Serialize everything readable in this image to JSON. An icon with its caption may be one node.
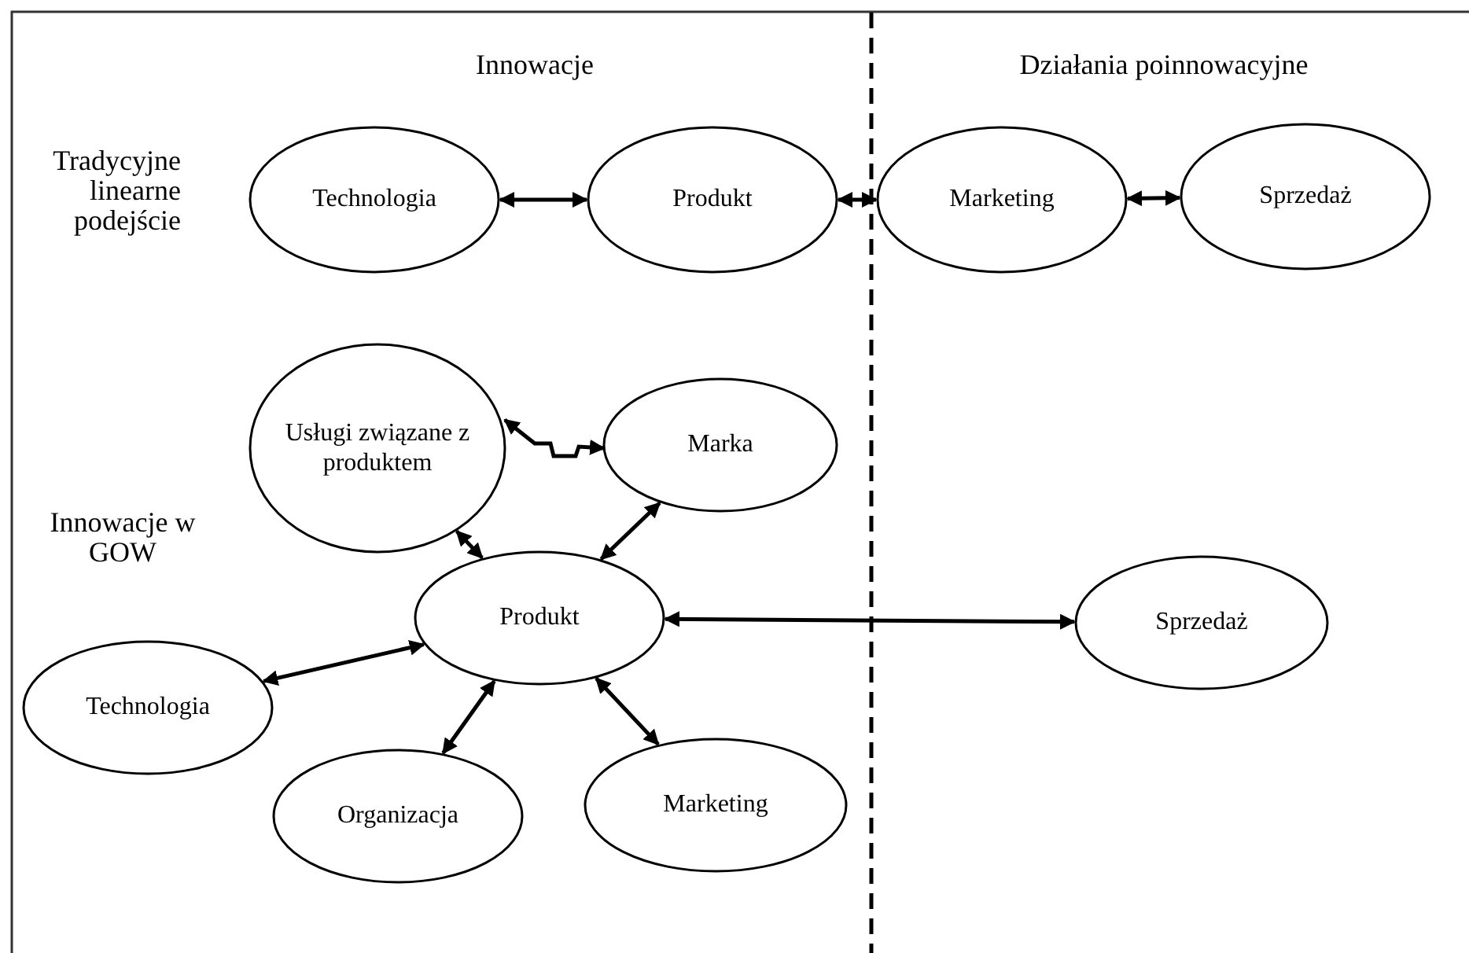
{
  "diagram": {
    "nodes": [
      {
        "text": [
          "Technologia"
        ]
      },
      {
        "text": [
          "Produkt"
        ]
      },
      {
        "text": [
          "Marketing"
        ]
      },
      {
        "text": [
          "Sprzedaż"
        ]
      },
      {
        "text": [
          "Usługi związane z produktem"
        ]
      },
      {
        "text": [
          "Marka"
        ]
      },
      {
        "text": [
          "Produkt"
        ]
      },
      {
        "text": [
          "Technologia"
        ]
      },
      {
        "text": [
          "Organizacja"
        ]
      },
      {
        "text": [
          "Marketing"
        ]
      },
      {
        "text": [
          "Sprzedaż"
        ]
      }
    ],
    "edges": [
      {
        "from": 0,
        "to": 1,
        "arrow": "both"
      },
      {
        "from": 1,
        "to": 2,
        "arrow": "both"
      },
      {
        "from": 2,
        "to": 3,
        "arrow": "both"
      },
      {
        "from": 4,
        "to": 5,
        "arrow": "both"
      },
      {
        "from": 4,
        "to": 6,
        "arrow": "both"
      },
      {
        "from": 5,
        "to": 6,
        "arrow": "both"
      },
      {
        "from": 6,
        "to": 10,
        "arrow": "both"
      },
      {
        "from": 7,
        "to": 6,
        "arrow": "both"
      },
      {
        "from": 8,
        "to": 6,
        "arrow": "both"
      },
      {
        "from": 6,
        "to": 9,
        "arrow": "both"
      }
    ],
    "labels": [
      "Innowacje",
      "Działania poinnowacyjne",
      "Tradycyjne linearne podejście",
      "Innowacje w GOW"
    ]
  }
}
